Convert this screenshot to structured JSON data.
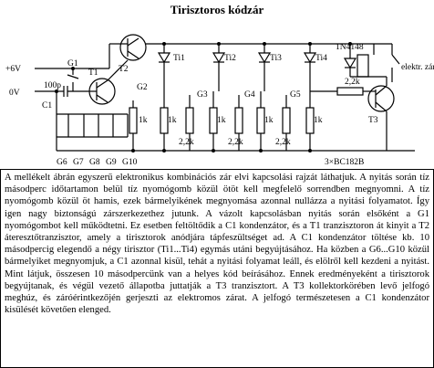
{
  "title": "Tirisztoros kódzár",
  "schematic": {
    "supply_positive": "+6V",
    "supply_ground": "0V",
    "capacitor_value": "100p",
    "capacitor_label": "C1",
    "g1": "G1",
    "g2": "G2",
    "g3": "G3",
    "g4": "G4",
    "g5": "G5",
    "t1": "T1",
    "t2": "T2",
    "t3": "T3",
    "ti1": "Ti1",
    "ti2": "Ti2",
    "ti3": "Ti3",
    "ti4": "Ti4",
    "diode": "1N4148",
    "relay_contact_label": "elektr. zárhoz",
    "r_1k": "1k",
    "r_2k2": "2,2k",
    "buttons": [
      "G6",
      "G7",
      "G8",
      "G9",
      "G10"
    ],
    "transistor_note": "3×BC182B"
  },
  "caption": "A mellékelt ábrán egyszerű elektronikus kombinációs zár elvi kapcsolási rajzát láthatjuk. A nyitás során tíz másodperc időtartamon belül tíz nyomógomb közül ötöt kell megfelelő sorrendben megnyomni. A tíz nyomógomb közül öt hamis, ezek bármelyikének megnyomása azonnal nullázza a nyitási folyamatot. Így igen nagy biztonságú zárszerkezethez jutunk. A vázolt kapcsolásban nyitás során elsőként a G1 nyomógombot kell működtetni. Ez esetben feltöltődik a C1 kondenzátor, és a T1 tranzisztoron át kinyit a T2 áteresztőtranzisztor, amely a tirisztorok anódjára tápfeszültséget ad. A C1 kondenzátor töltése kb. 10 másodpercig elegendő a négy tirisztor (Ti1...Ti4) egymás utáni begyújtásához. Ha közben a G6...G10 közül bármelyiket megnyomjuk, a C1 azonnal kisül, tehát a nyitási folyamat leáll, és elölről kell kezdeni a nyitást. Mint látjuk, összesen 10 másodpercünk van a helyes kód beírásához. Ennek eredményeként a tirisztorok begyújtanak, és végül vezető állapotba juttatják a T3 tranzisztort. A T3 kollektorkörében levő jelfogó meghúz, és záróérintkezőjén gerjeszti az elektromos zárat. A jelfogó természetesen a C1 kondenzátor kisülését követően elenged."
}
